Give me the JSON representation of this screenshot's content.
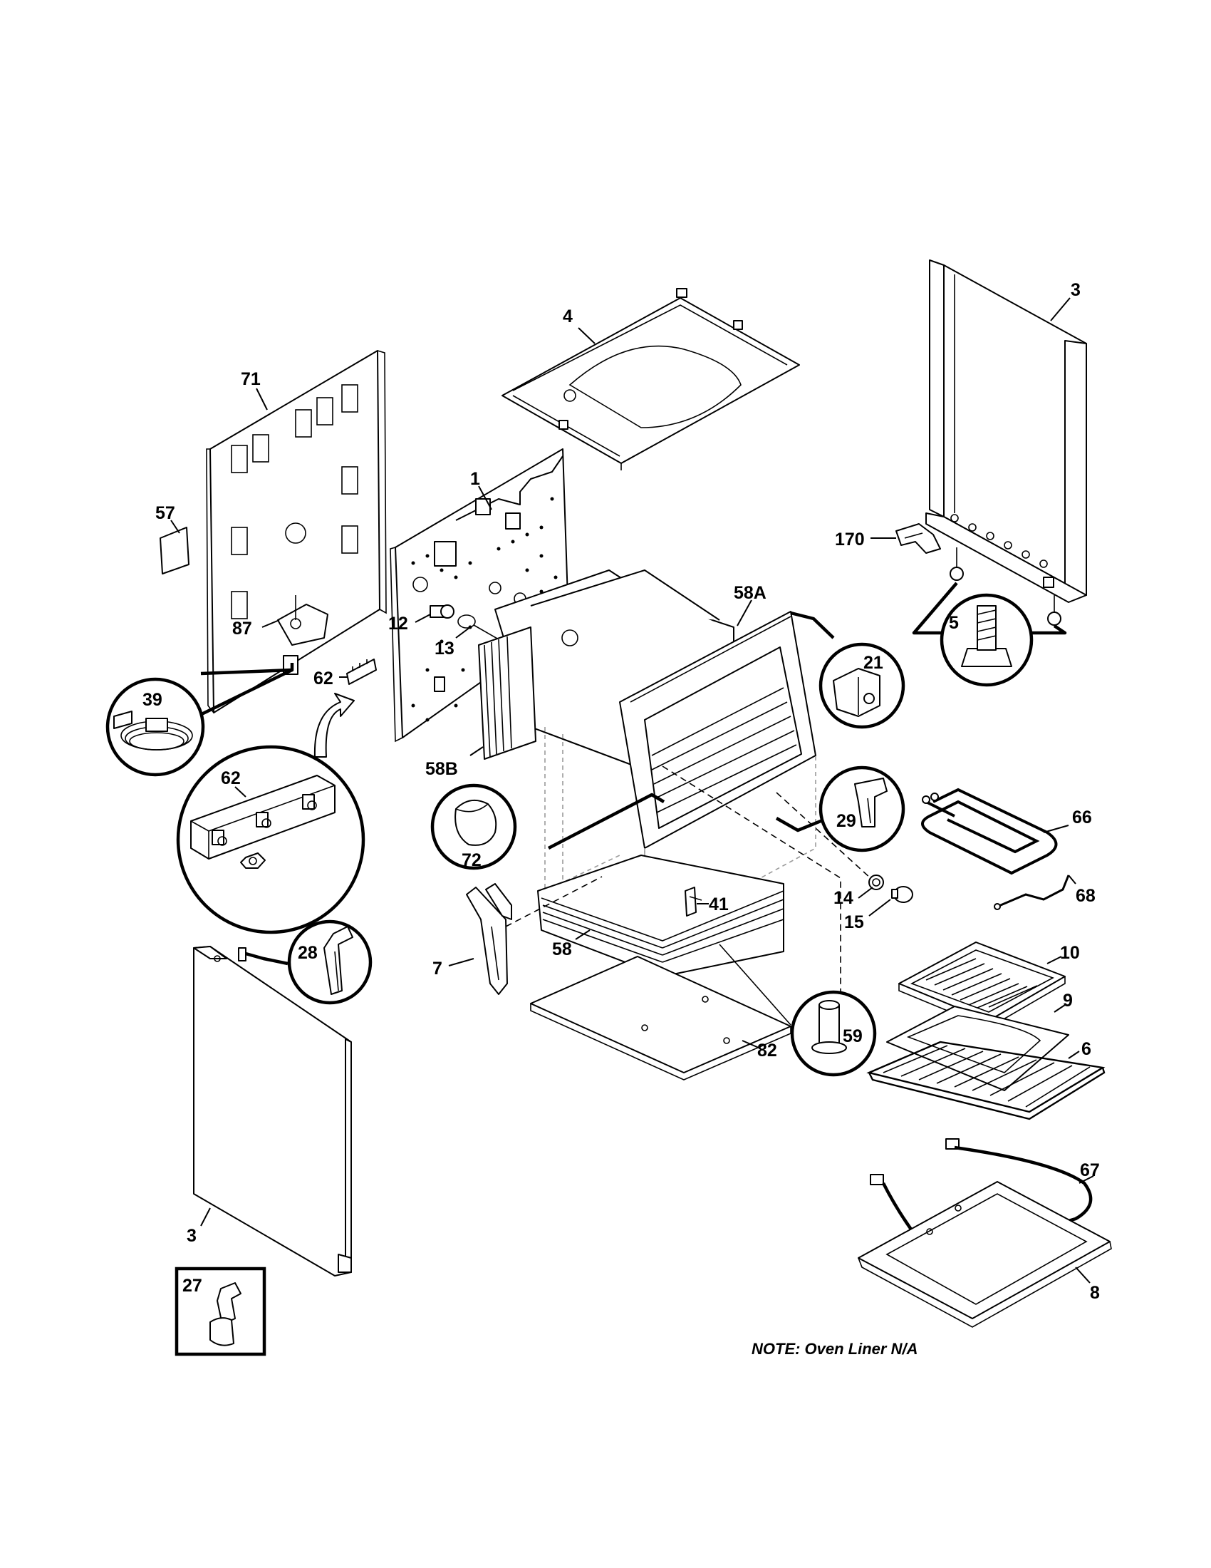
{
  "note": "NOTE:  Oven Liner N/A",
  "labels": {
    "p1": "1",
    "p3_side_right": "3",
    "p3_side_left": "3",
    "p4": "4",
    "p5": "5",
    "p6": "6",
    "p7": "7",
    "p8": "8",
    "p9": "9",
    "p10": "10",
    "p12": "12",
    "p13": "13",
    "p14": "14",
    "p15": "15",
    "p21": "21",
    "p27": "27",
    "p28": "28",
    "p29": "29",
    "p39": "39",
    "p41": "41",
    "p57": "57",
    "p58": "58",
    "p58a": "58A",
    "p58b": "58B",
    "p59": "59",
    "p62": "62",
    "p62_detail": "62",
    "p66": "66",
    "p67": "67",
    "p68": "68",
    "p71": "71",
    "p72": "72",
    "p82": "82",
    "p87": "87",
    "p170": "170"
  }
}
